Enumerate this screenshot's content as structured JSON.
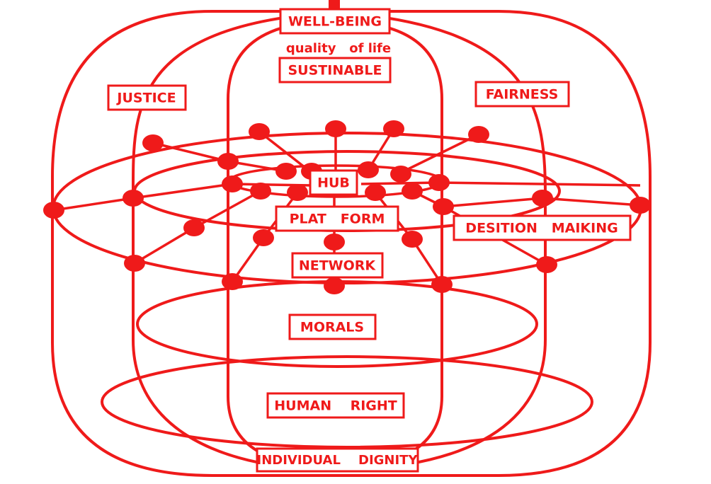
{
  "colors": {
    "accent": "#ef1a1a",
    "background": "#ffffff"
  },
  "labels": {
    "well_being": "WELL-BEING",
    "quality_of_life": "quality   of life",
    "sustinable": "SUSTINABLE",
    "justice": "JUSTICE",
    "fairness": "FAIRNESS",
    "hub": "HUB",
    "platform": "PLAT   FORM",
    "desition_maiking": "DESITION   MAIKING",
    "network": "NETWORK",
    "morals": "MORALS",
    "human_right": "HUMAN    RIGHT",
    "individual_dignity": "INDIVIDUAL    DIGNITY"
  }
}
